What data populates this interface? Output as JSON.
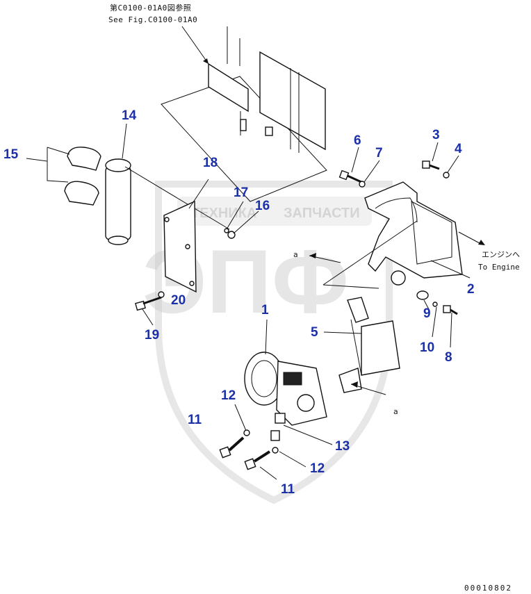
{
  "reference": {
    "line1": "第C0100-01A0図参照",
    "line2": "See Fig.C0100-01A0"
  },
  "direction": {
    "ja": "エンジンへ",
    "en": "To Engine"
  },
  "view_marks": {
    "a1": "a",
    "a2": "a"
  },
  "watermark": {
    "top": "ТЕХНИКА",
    "right": "ЗАПЧАСТИ",
    "big": "ЭПФ"
  },
  "parts": {
    "p1": "1",
    "p2": "2",
    "p3": "3",
    "p4": "4",
    "p5": "5",
    "p6": "6",
    "p7": "7",
    "p8": "8",
    "p9": "9",
    "p10": "10",
    "p11a": "11",
    "p11b": "11",
    "p12a": "12",
    "p12b": "12",
    "p13": "13",
    "p14": "14",
    "p15": "15",
    "p16": "16",
    "p17": "17",
    "p18": "18",
    "p19": "19",
    "p20": "20"
  },
  "drawing_id": "00010802"
}
